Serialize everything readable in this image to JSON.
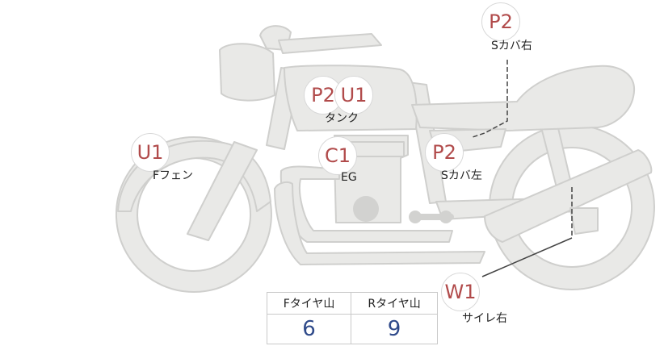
{
  "parts": [
    {
      "id": "tank",
      "codes": [
        "P2",
        "U1"
      ],
      "label": "タンク"
    },
    {
      "id": "fender-front",
      "codes": [
        "U1"
      ],
      "label": "Fフェン"
    },
    {
      "id": "engine",
      "codes": [
        "C1"
      ],
      "label": "EG"
    },
    {
      "id": "side-cover-left",
      "codes": [
        "P2"
      ],
      "label": "Sカバ左"
    },
    {
      "id": "side-cover-right",
      "codes": [
        "P2"
      ],
      "label": "Sカバ右"
    },
    {
      "id": "muffler-right",
      "codes": [
        "W1"
      ],
      "label": "サイレ右"
    }
  ],
  "tread_table": {
    "headers": [
      "Fタイヤ山",
      "Rタイヤ山"
    ],
    "values": [
      "6",
      "9"
    ]
  },
  "colors": {
    "body_fill": "#e9e9e7",
    "body_stroke": "#cfcfcd",
    "code_text": "#b14b4b",
    "value_text": "#2f4a8a"
  }
}
